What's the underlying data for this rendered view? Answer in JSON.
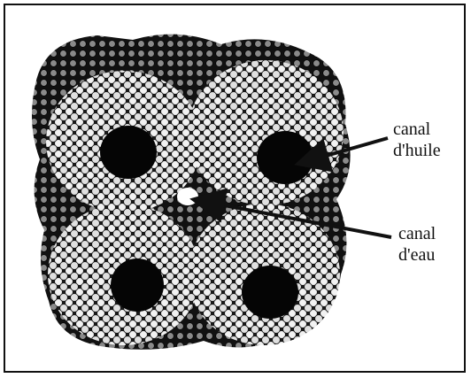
{
  "labels": {
    "oil_channel_line1": "canal",
    "oil_channel_line2": "d'huile",
    "water_channel_line1": "canal",
    "water_channel_line2": "d'eau"
  },
  "colors": {
    "bead_light": "#f2f2f2",
    "bead_dark": "#1a1a1a",
    "core": "#050505",
    "background": "#ffffff",
    "frame": "#111111"
  },
  "structure": {
    "tubes": 4,
    "arrows": 2
  }
}
